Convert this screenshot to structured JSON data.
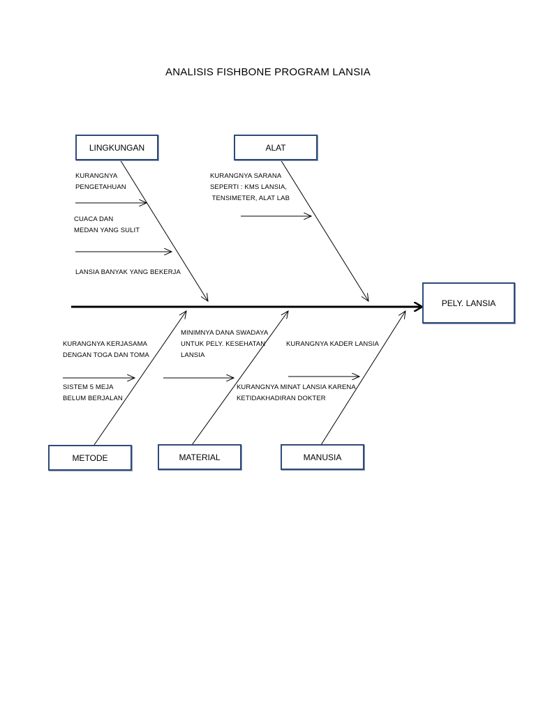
{
  "title": "ANALISIS FISHBONE PROGRAM LANSIA",
  "effect": "PELY. LANSIA",
  "categories": {
    "lingkungan": "LINGKUNGAN",
    "alat": "ALAT",
    "metode": "METODE",
    "material": "MATERIAL",
    "manusia": "MANUSIA"
  },
  "causes": {
    "lingkungan": [
      "KURANGNYA\nPENGETAHUAN",
      "CUACA DAN\nMEDAN YANG SULIT",
      "LANSIA BANYAK YANG BEKERJA"
    ],
    "alat": [
      "KURANGNYA SARANA\nSEPERTI : KMS LANSIA,\n TENSIMETER, ALAT LAB"
    ],
    "metode": [
      "KURANGNYA KERJASAMA\nDENGAN TOGA DAN TOMA",
      "SISTEM 5 MEJA\nBELUM BERJALAN"
    ],
    "material": [
      "MINIMNYA DANA SWADAYA\nUNTUK PELY. KESEHATAN\nLANSIA"
    ],
    "manusia": [
      "KURANGNYA KADER LANSIA",
      "KURANGNYA MINAT LANSIA KARENA\nKETIDAKHADIRAN DOKTER"
    ]
  },
  "colors": {
    "box_border": "#2f4a78",
    "line": "#000000"
  }
}
